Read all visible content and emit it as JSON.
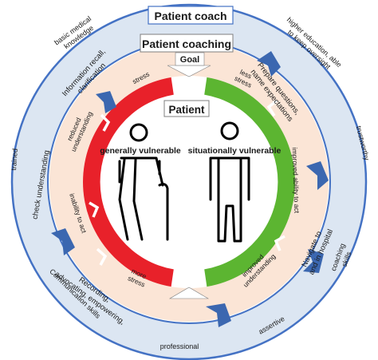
{
  "titles": {
    "patient_coach": "Patient coach",
    "patient_coaching": "Patient coaching",
    "goal": "Goal",
    "patient": "Patient"
  },
  "outer_ring": {
    "basic_medical_knowledge": [
      "basic medical",
      "knowledge"
    ],
    "higher_education": [
      "higher education, able",
      "to keep oversight"
    ],
    "trustworthy": "trustworthy",
    "coaching_skills": [
      "coaching",
      "skills"
    ],
    "assertive": "assertive",
    "professional": "professional",
    "communication_skills": "Communication skills",
    "trained": "trained"
  },
  "middle_ring": {
    "information_recall": [
      "Information recall,",
      "clarification"
    ],
    "prepare_questions": [
      "Prepare questions,",
      "name expectations"
    ],
    "navigate": [
      "Navigate to",
      "and in hospital"
    ],
    "recording": [
      "Recording,",
      "advocating, empowering,"
    ],
    "check_understanding": "check understanding"
  },
  "inner_ring": {
    "stress": "stress",
    "less_stress": [
      "less",
      "stress"
    ],
    "reduced_understanding": [
      "reduced",
      "understanding"
    ],
    "improved_ability": "improved ability to act",
    "inability": "inability to act",
    "improved_understanding": [
      "improved",
      "understanding"
    ],
    "more_stress": [
      "more",
      "stress"
    ]
  },
  "figures": {
    "left_label": "generally vulnerable",
    "right_label": "situationally  vulnerable"
  },
  "colors": {
    "outer_ring_fill": "#dce6f2",
    "outer_ring_stroke": "#4472c4",
    "chevron": "#3b67b0",
    "middle_ring_fill": "#fbe5d6",
    "red_arc": "#e8212a",
    "green_arc": "#5cb531",
    "text": "#1a1a1a"
  }
}
